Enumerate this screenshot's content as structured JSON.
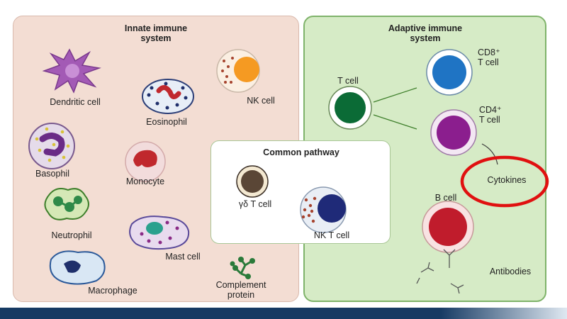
{
  "innate": {
    "title": "Innate immune\nsystem"
  },
  "adaptive": {
    "title": "Adaptive immune\nsystem"
  },
  "common": {
    "title": "Common pathway"
  },
  "cells": {
    "dendritic": "Dendritic cell",
    "nk": "NK cell",
    "eosinophil": "Eosinophil",
    "basophil": "Basophil",
    "monocyte": "Monocyte",
    "neutrophil": "Neutrophil",
    "mast": "Mast cell",
    "macrophage": "Macrophage",
    "complement": "Complement\nprotein",
    "gd_t": "γδ T cell",
    "nkt": "NK T cell",
    "t_cell": "T cell",
    "cd8": "CD8⁺\nT cell",
    "cd4": "CD4⁺\nT cell",
    "cytokines": "Cytokines",
    "b_cell": "B cell",
    "antibodies": "Antibodies"
  },
  "colors": {
    "innate_bg": "#f3ddd3",
    "adaptive_bg": "#d6ebc6",
    "highlight": "#e01010",
    "cd8": "#1f74c4",
    "cd4": "#8b1e8e",
    "t_cell": "#0b6b36",
    "b_cell": "#c01c2c",
    "nk": "#f59a22"
  }
}
